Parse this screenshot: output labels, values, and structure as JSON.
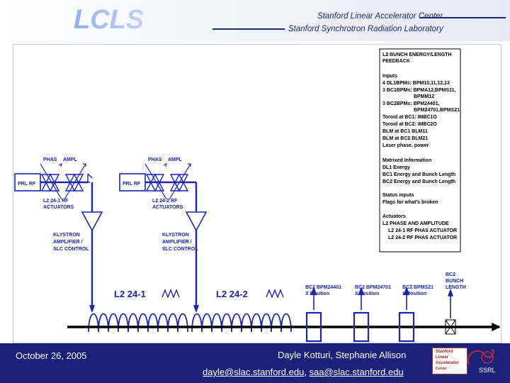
{
  "header": {
    "logo_text": "LCLS",
    "org_line1": "Stanford Linear Accelerator Center",
    "org_line2": "Stanford Synchrotron Radiation Laboratory"
  },
  "info_box": {
    "title_lines": [
      "L2 BUNCH ENERGY/LENGTH",
      "FEEDBACK"
    ],
    "inputs_heading": "Inputs",
    "inputs_lines": [
      "4 DL1BPMs: BPM10,11,12,13",
      "3 BC1BPMs: BPMA12,BPMS11,",
      "BPMM12",
      "3 BC2BPMs: BPM24401,",
      "BPM24701,BPMS21",
      "Toroid at BC1: IMBC1O",
      "Toroid at BC2: IMBC2O",
      "BLM at BC1 BLM11",
      "BLM at BC2 BLM21",
      "Laser phase, power"
    ],
    "matrix_heading": "Matrixed Information",
    "matrix_lines": [
      "DL1 Energy",
      "BC1 Energy and Bunch Length",
      "BC2 Energy and Bunch Length"
    ],
    "status_heading": "Status inputs",
    "status_lines": [
      "Flags for what's broken"
    ],
    "actuators_heading": "Actuators",
    "actuators_lines": [
      "L2 PHASE AND AMPLITUDE",
      "L2 24-1 RF PHAS ACTUATOR",
      "L2 24-2 RF PHAS ACTUATOR"
    ]
  },
  "diagram": {
    "rf_left": {
      "phas_label": "PHAS",
      "ampl_label": "AMPL",
      "prl_label": "PRL RF",
      "actuator_lines": [
        "L2 24-1 RF",
        "ACTUATORS"
      ],
      "klystron_lines": [
        "KLYSTRON",
        "AMPLIFIER /",
        "SLC CONTROL"
      ],
      "section_label": "L2 24-1"
    },
    "rf_right": {
      "phas_label": "PHAS",
      "ampl_label": "AMPL",
      "prl_label": "PRL RF",
      "actuator_lines": [
        "L2 24-2 RF",
        "ACTUATORS"
      ],
      "klystron_lines": [
        "KLYSTRON",
        "AMPLIFIER /",
        "SLC CONTROL"
      ],
      "section_label": "L2 24-2"
    },
    "bpms": [
      {
        "lines": [
          "BC2 BPM24401",
          "X Position"
        ]
      },
      {
        "lines": [
          "BC2 BPM24701",
          "X Position"
        ]
      },
      {
        "lines": [
          "BC2 BPMS21",
          "X Position"
        ]
      },
      {
        "lines": [
          "BC2",
          "BUNCH",
          "LENGTH"
        ]
      }
    ]
  },
  "footer": {
    "date": "October 26, 2005",
    "authors": "Dayle Kotturi, Stephanie Allison",
    "email1": "dayle@slac.stanford.edu",
    "separator": ", ",
    "email2": "saa@slac.stanford.edu",
    "ssrl_lines": [
      "Stanford",
      "Linear",
      "Accelerator",
      "Center"
    ],
    "slide_number": "SSRL"
  },
  "colors": {
    "diagram_blue": "#1b22b8",
    "footer_navy": "#1a227a",
    "header_navy": "#1a2a6c"
  }
}
